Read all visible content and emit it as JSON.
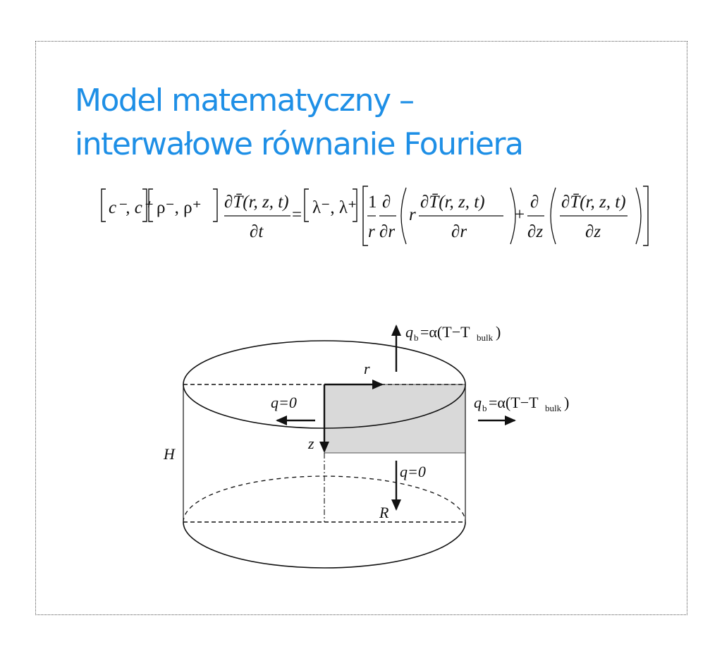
{
  "slide": {
    "title_line1": "Model matematyczny –",
    "title_line2": "interwałowe równanie Fouriera",
    "accent_color": "#1e8fe6"
  },
  "equation": {
    "c_interval": "c⁻, c⁺",
    "rho_interval": "ρ⁻, ρ⁺",
    "dT": "∂T̄(r, z, t)",
    "dt": "∂t",
    "equals": "=",
    "lambda_interval": "λ⁻, λ⁺",
    "one": "1",
    "r": "r",
    "partial": "∂",
    "dr": "∂r",
    "plus": "+",
    "dz": "∂z"
  },
  "diagram": {
    "top_flux_label": "q_b=α(T−T_bulk)",
    "side_flux_label": "q_b=α(T−T_bulk)",
    "q_b_main": "q",
    "q_b_sub": "b",
    "alpha_expr": "=α(T−T",
    "bulk_sub": "bulk",
    "close_paren": ")",
    "axis_r": "r",
    "axis_z": "z",
    "symmetry_flux": "q=0",
    "bottom_flux": "q=0",
    "height_label": "H",
    "radius_label": "R"
  }
}
